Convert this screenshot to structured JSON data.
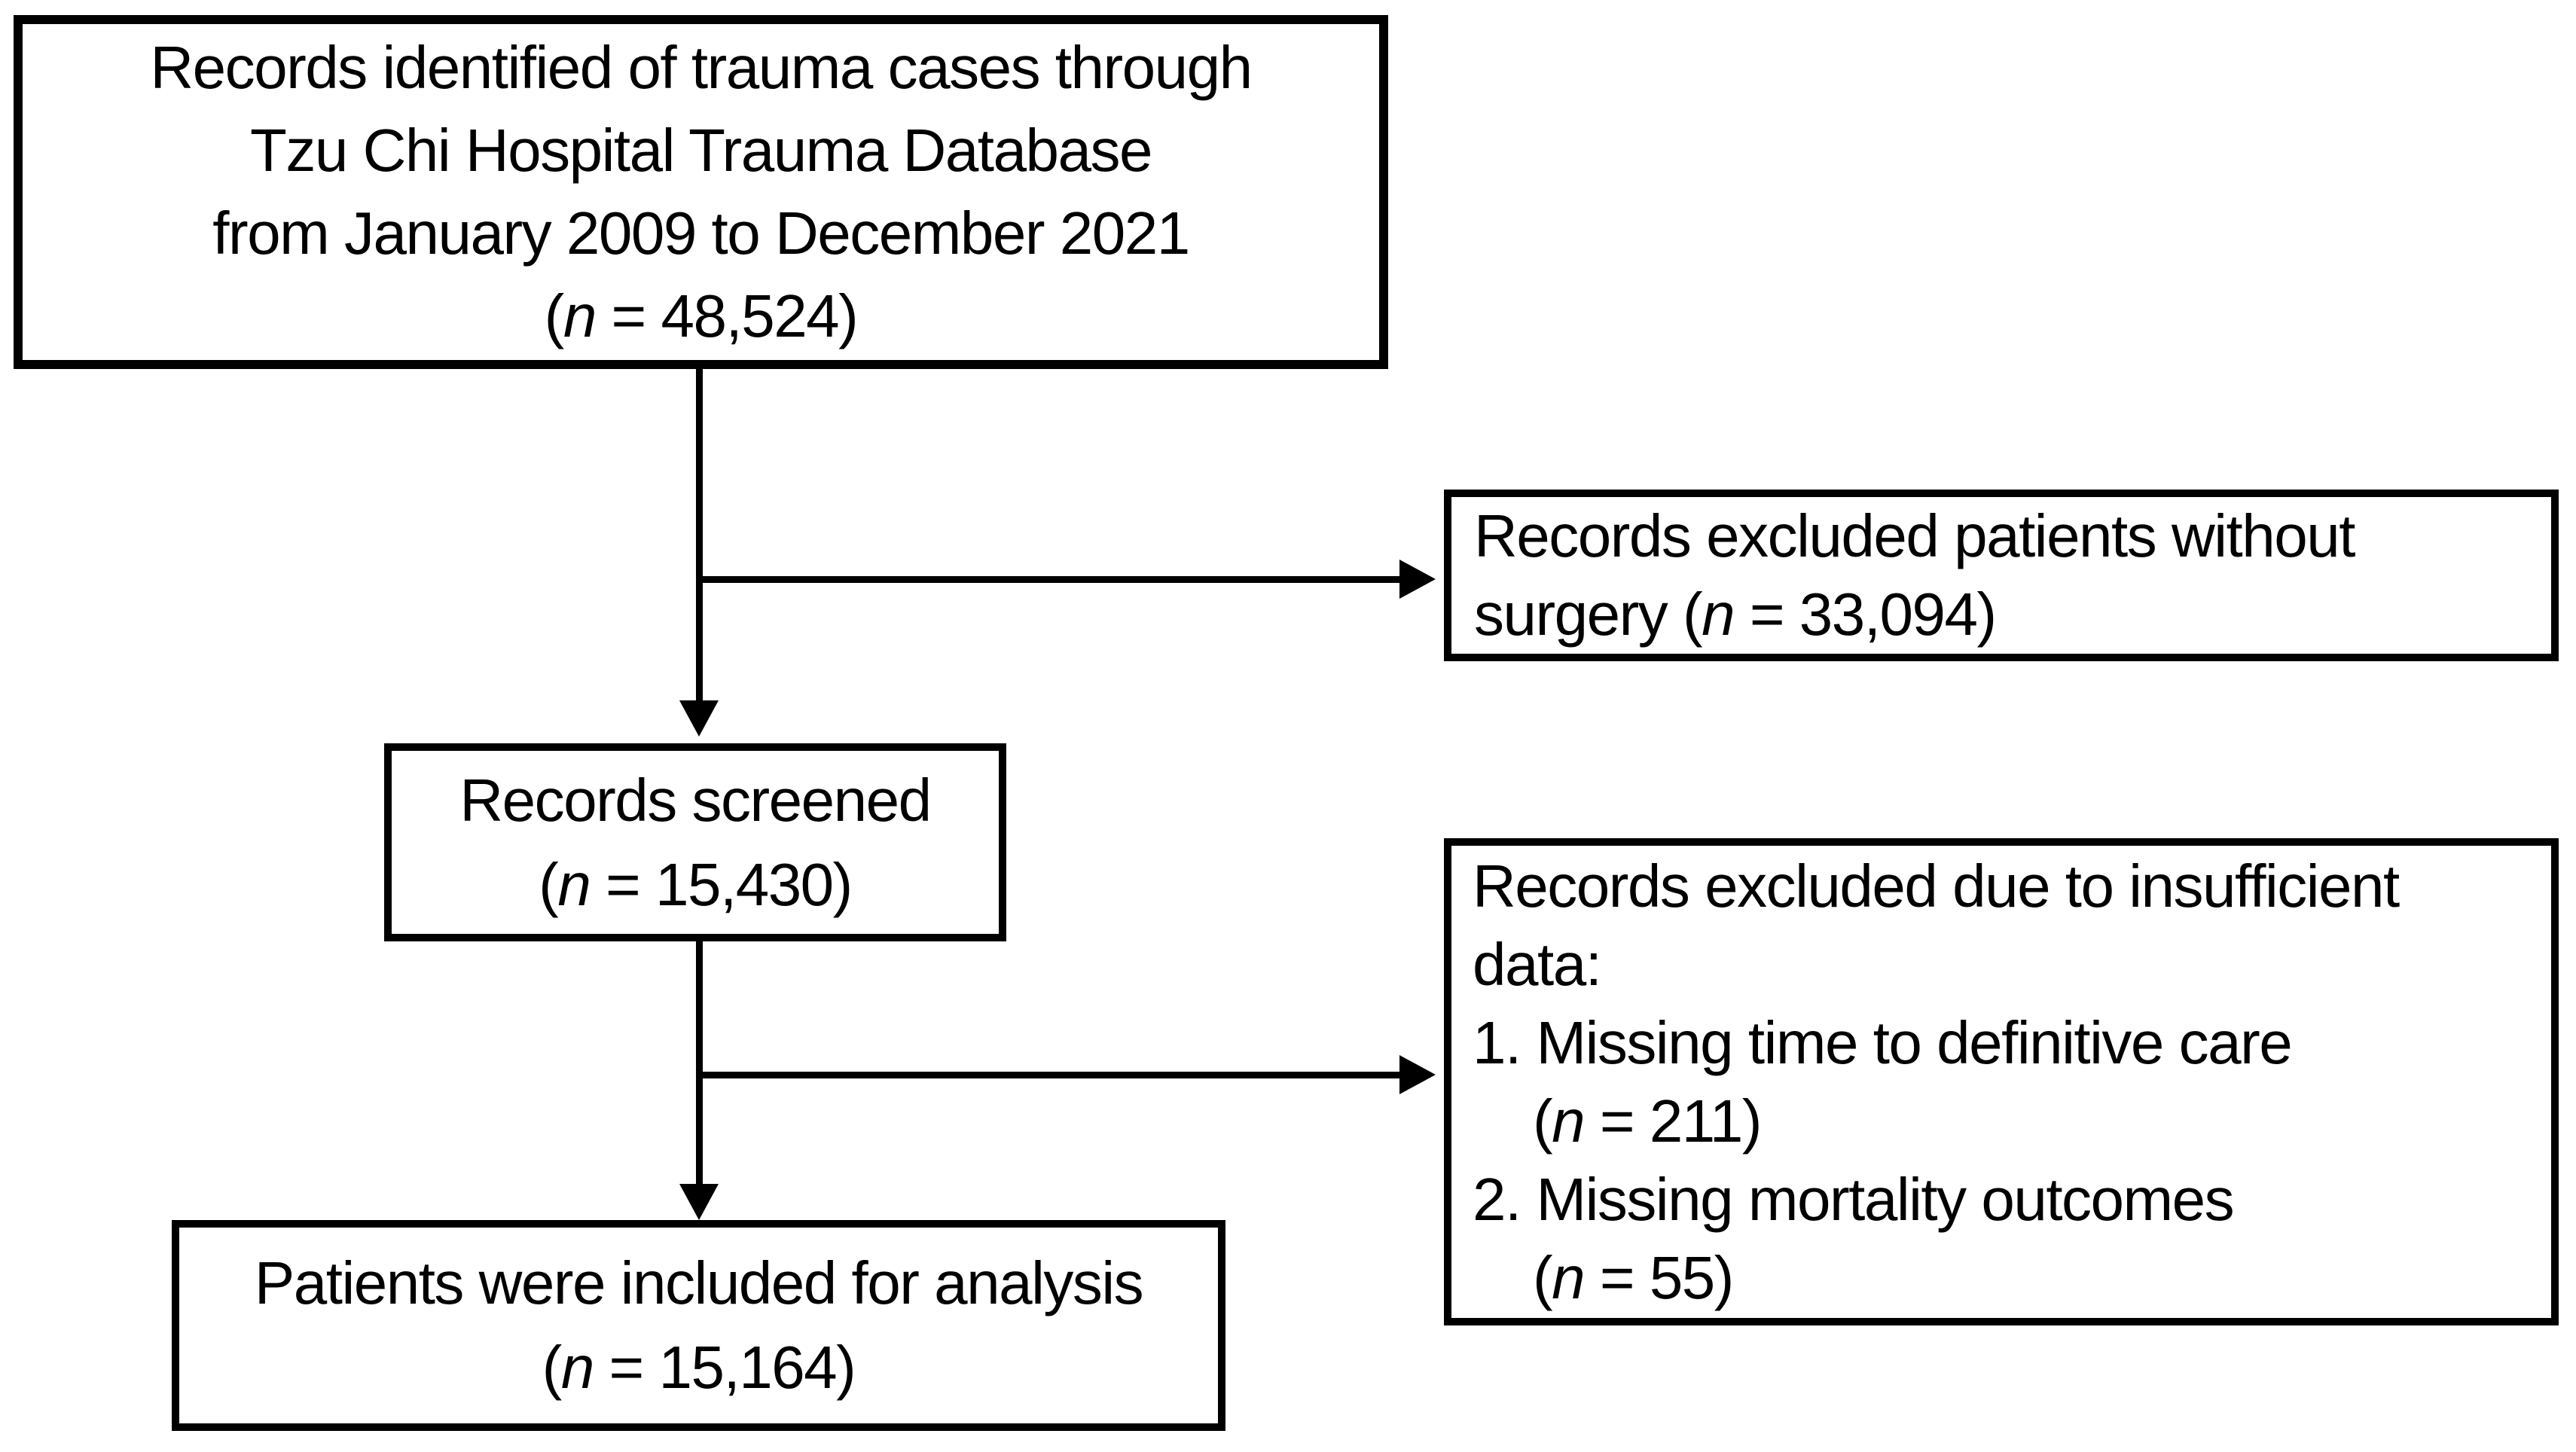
{
  "figure_type": "study-flow-diagram",
  "colors": {
    "background": "#ffffff",
    "box_border": "#000000",
    "text": "#000000",
    "arrow": "#000000"
  },
  "boxes": {
    "identified": {
      "lines": [
        "Records identified of trauma cases through",
        "Tzu Chi Hospital Trauma Database",
        "from January 2009 to December 2021"
      ],
      "count": {
        "open": "(",
        "n": "n",
        "rest": " = 48,524)"
      }
    },
    "excluded_surgery": {
      "line1": "Records excluded patients without",
      "line2_prefix": "surgery ",
      "count": {
        "open": "(",
        "n": "n",
        "rest": " = 33,094)"
      }
    },
    "screened": {
      "line1": "Records screened",
      "count": {
        "open": "(",
        "n": "n",
        "rest": " = 15,430)"
      }
    },
    "excluded_data": {
      "title_line1": "Records excluded due to insufficient",
      "title_line2": "data:",
      "items": [
        {
          "label": "1. Missing time to definitive care",
          "count": {
            "open": "(",
            "n": "n",
            "rest": " = 211)"
          }
        },
        {
          "label": "2. Missing mortality outcomes",
          "count": {
            "open": "(",
            "n": "n",
            "rest": " = 55)"
          }
        }
      ]
    },
    "included": {
      "line1": "Patients were included for analysis",
      "count": {
        "open": "(",
        "n": "n",
        "rest": " = 15,164)"
      }
    }
  }
}
